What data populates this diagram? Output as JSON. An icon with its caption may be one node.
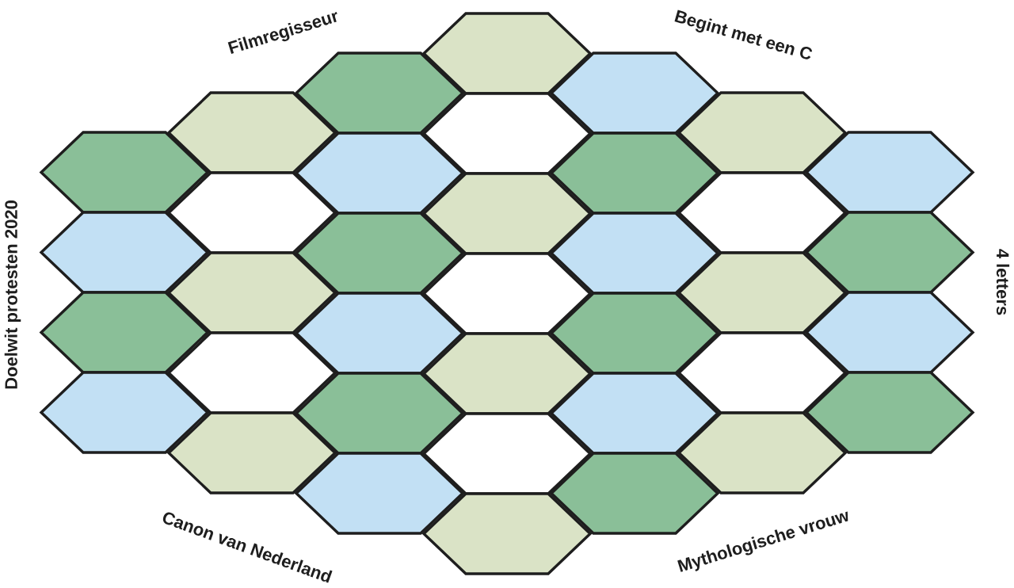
{
  "diagram": {
    "nodes": [
      {
        "text": [],
        "shape": "hexagon"
      },
      {
        "text": [],
        "shape": "hexagon"
      },
      {
        "text": [],
        "shape": "hexagon"
      },
      {
        "text": [],
        "shape": "hexagon"
      },
      {
        "text": [],
        "shape": "hexagon"
      },
      {
        "text": [],
        "shape": "hexagon"
      },
      {
        "text": [],
        "shape": "hexagon"
      },
      {
        "text": [],
        "shape": "hexagon"
      },
      {
        "text": [],
        "shape": "hexagon"
      },
      {
        "text": [],
        "shape": "hexagon"
      },
      {
        "text": [],
        "shape": "hexagon"
      },
      {
        "text": [],
        "shape": "hexagon"
      },
      {
        "text": [],
        "shape": "hexagon"
      },
      {
        "text": [],
        "shape": "hexagon"
      },
      {
        "text": [],
        "shape": "hexagon"
      },
      {
        "text": [],
        "shape": "hexagon"
      },
      {
        "text": [],
        "shape": "hexagon"
      },
      {
        "text": [],
        "shape": "hexagon"
      },
      {
        "text": [],
        "shape": "hexagon"
      },
      {
        "text": [],
        "shape": "hexagon"
      },
      {
        "text": [],
        "shape": "hexagon"
      },
      {
        "text": [],
        "shape": "hexagon"
      },
      {
        "text": [],
        "shape": "hexagon"
      },
      {
        "text": [],
        "shape": "hexagon"
      },
      {
        "text": [],
        "shape": "hexagon"
      },
      {
        "text": [],
        "shape": "hexagon"
      },
      {
        "text": [],
        "shape": "hexagon"
      },
      {
        "text": [],
        "shape": "hexagon"
      },
      {
        "text": [],
        "shape": "hexagon"
      },
      {
        "text": [],
        "shape": "hexagon"
      },
      {
        "text": [],
        "shape": "hexagon"
      },
      {
        "text": [],
        "shape": "hexagon"
      },
      {
        "text": [],
        "shape": "hexagon"
      },
      {
        "text": [],
        "shape": "hexagon"
      },
      {
        "text": [],
        "shape": "hexagon"
      },
      {
        "text": [],
        "shape": "hexagon"
      },
      {
        "text": [],
        "shape": "hexagon"
      }
    ],
    "labels": [
      "Filmregisseur",
      "Begint met een C",
      "Doelwit protesten 2020",
      "4 letters",
      "Canon van Nederland",
      "Mythologische vrouw"
    ]
  }
}
